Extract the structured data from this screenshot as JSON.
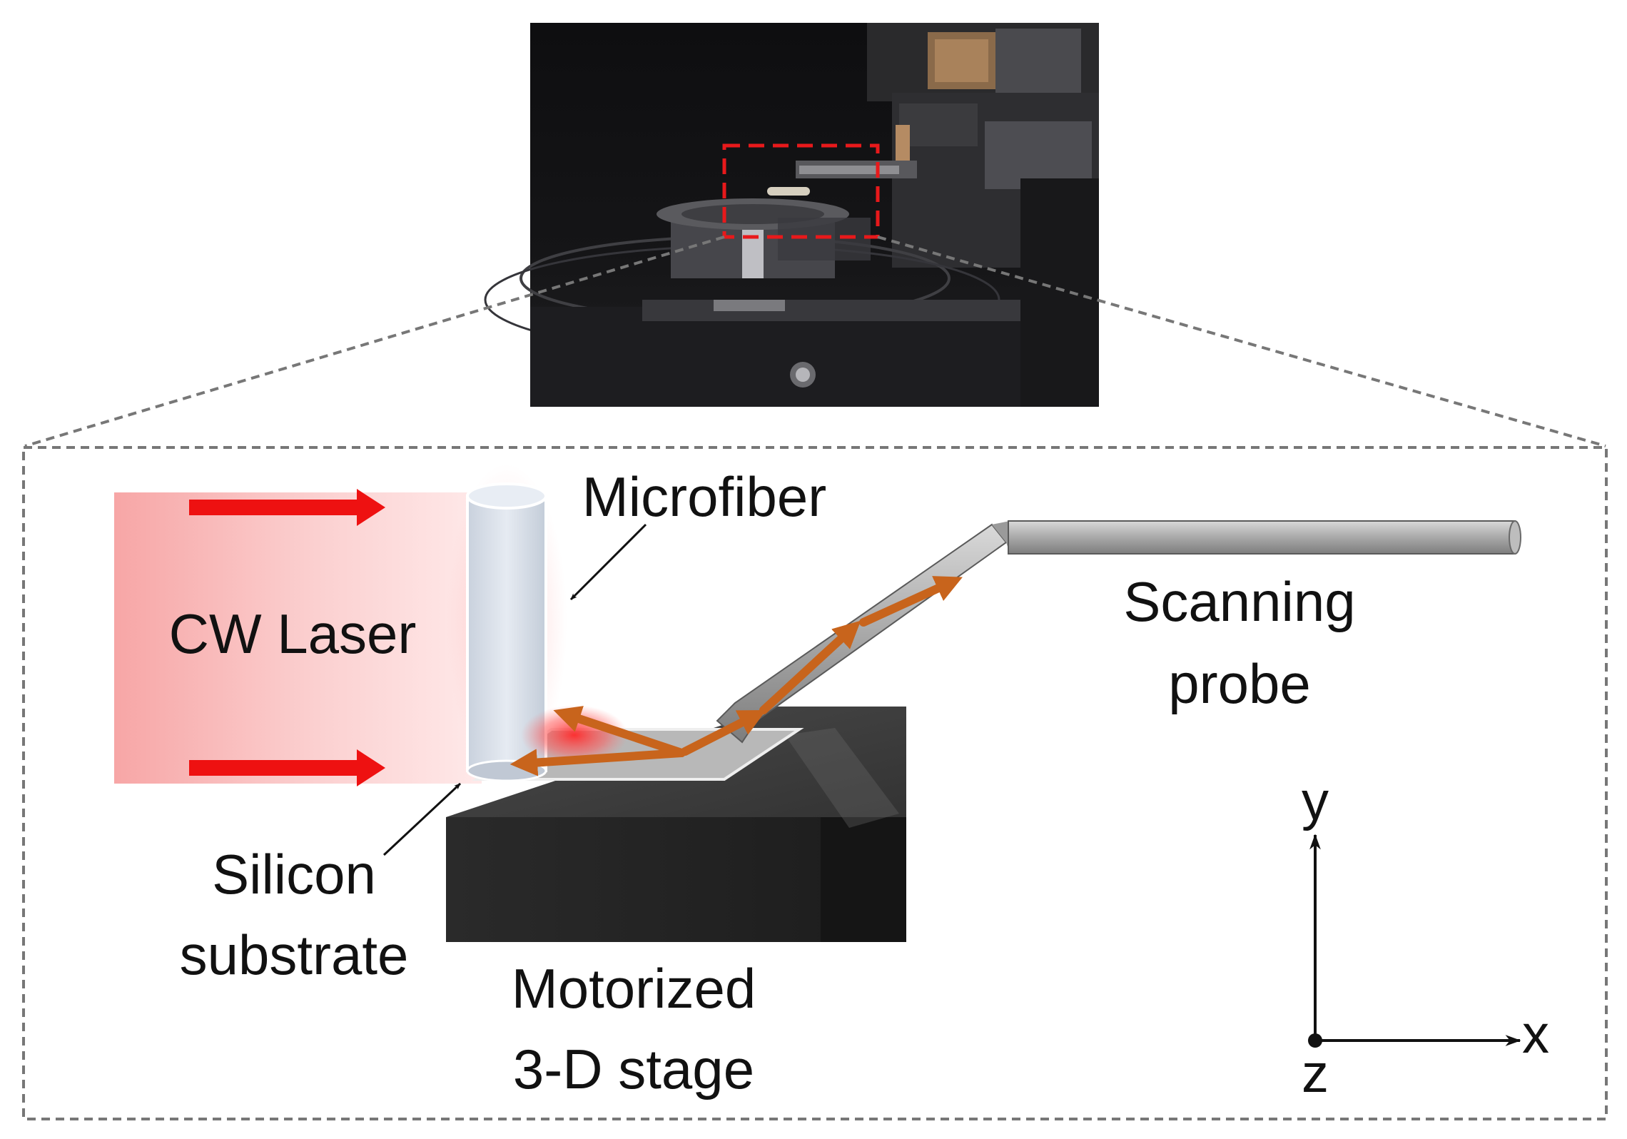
{
  "labels": {
    "laser": "CW Laser",
    "microfiber": "Microfiber",
    "probe_line1": "Scanning",
    "probe_line2": "probe",
    "substrate_line1": "Silicon",
    "substrate_line2": "substrate",
    "stage_line1": "Motorized",
    "stage_line2": "3-D stage"
  },
  "axes": {
    "x": "x",
    "y": "y",
    "z": "z"
  },
  "colors": {
    "laser_arrow": "#ee1111",
    "light_path": "#c8641c",
    "highlight_box": "#e8191b",
    "connector_dash": "#777777",
    "stage_dark": "#2b2b2b"
  }
}
